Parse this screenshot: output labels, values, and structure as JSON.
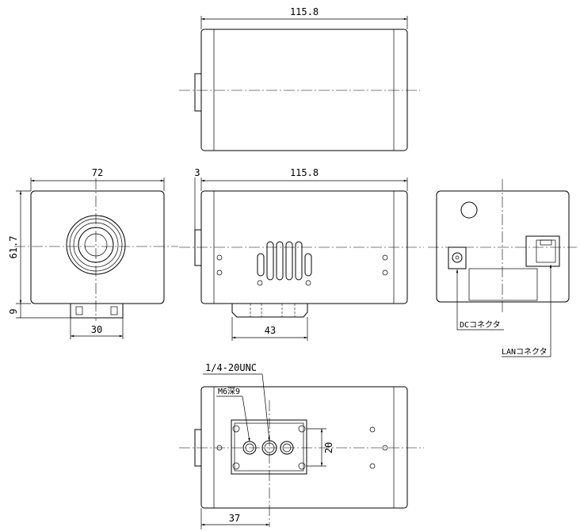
{
  "top_view": {
    "width_dim": "115.8"
  },
  "front_view": {
    "width_dim": "72",
    "height_dim": "61.7",
    "base_height_dim": "9",
    "base_width_dim": "30"
  },
  "side_view": {
    "offset_dim": "3",
    "length_dim": "115.8",
    "base_dim": "43"
  },
  "rear_view": {
    "dc_label": "DCコネクタ",
    "lan_label": "LANコネクタ"
  },
  "bottom_view": {
    "thread_label": "1/4-20UNC",
    "screw_label": "M6深9",
    "spacing_dim": "20",
    "offset_dim": "37"
  }
}
